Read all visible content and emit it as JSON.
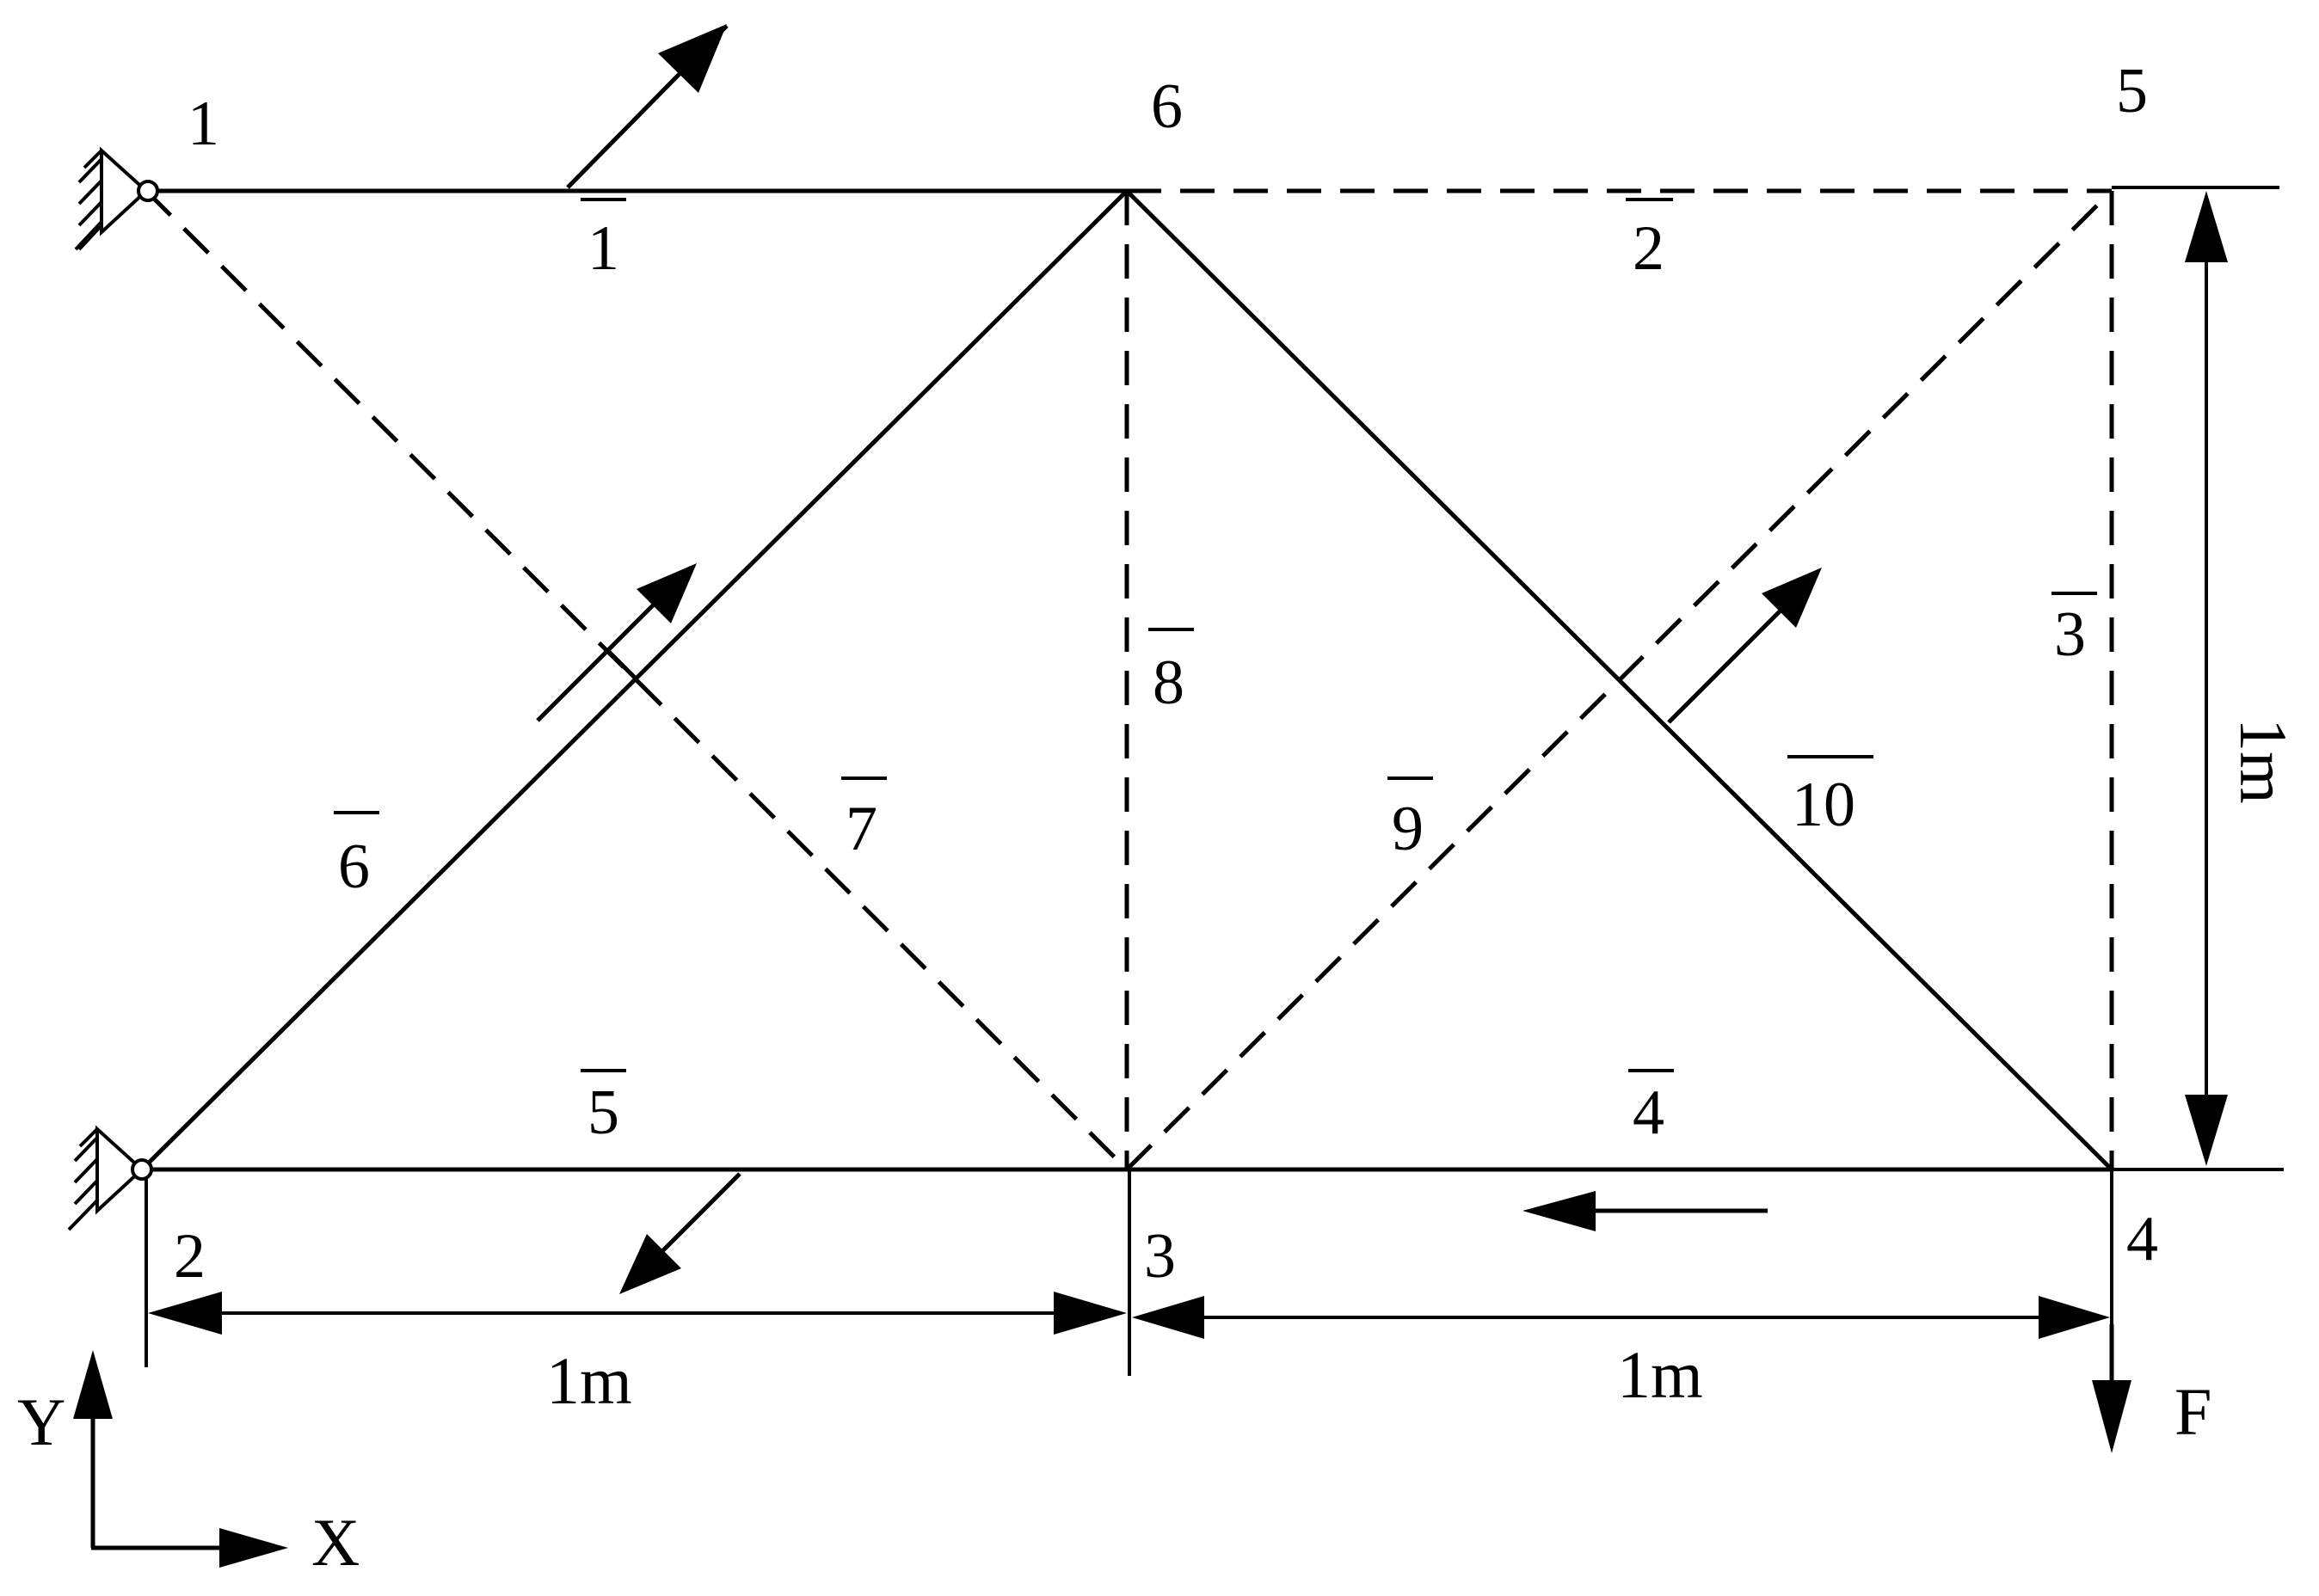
{
  "nodes": [
    {
      "id": "1",
      "label": "1"
    },
    {
      "id": "2",
      "label": "2"
    },
    {
      "id": "3",
      "label": "3"
    },
    {
      "id": "4",
      "label": "4"
    },
    {
      "id": "5",
      "label": "5"
    },
    {
      "id": "6",
      "label": "6"
    }
  ],
  "members": [
    {
      "id": "1",
      "label": "1",
      "from": "1",
      "to": "6",
      "style": "solid"
    },
    {
      "id": "2",
      "label": "2",
      "from": "6",
      "to": "5",
      "style": "dashed"
    },
    {
      "id": "3",
      "label": "3",
      "from": "5",
      "to": "4",
      "style": "dashed"
    },
    {
      "id": "4",
      "label": "4",
      "from": "3",
      "to": "4",
      "style": "solid"
    },
    {
      "id": "5",
      "label": "5",
      "from": "2",
      "to": "3",
      "style": "solid"
    },
    {
      "id": "6",
      "label": "6",
      "from": "2",
      "to": "6",
      "style": "solid"
    },
    {
      "id": "7",
      "label": "7",
      "from": "1",
      "to": "3",
      "style": "dashed"
    },
    {
      "id": "8",
      "label": "8",
      "from": "6",
      "to": "3",
      "style": "dashed"
    },
    {
      "id": "9",
      "label": "9",
      "from": "3",
      "to": "5",
      "style": "dashed"
    },
    {
      "id": "10",
      "label": "10",
      "from": "6",
      "to": "4",
      "style": "solid"
    }
  ],
  "dimensions": {
    "horizontal_left": "1m",
    "horizontal_right": "1m",
    "vertical": "1m"
  },
  "load": {
    "label": "F"
  },
  "axes": {
    "x_label": "X",
    "y_label": "Y"
  },
  "colors": {
    "line": "#000000",
    "background": "#ffffff"
  }
}
